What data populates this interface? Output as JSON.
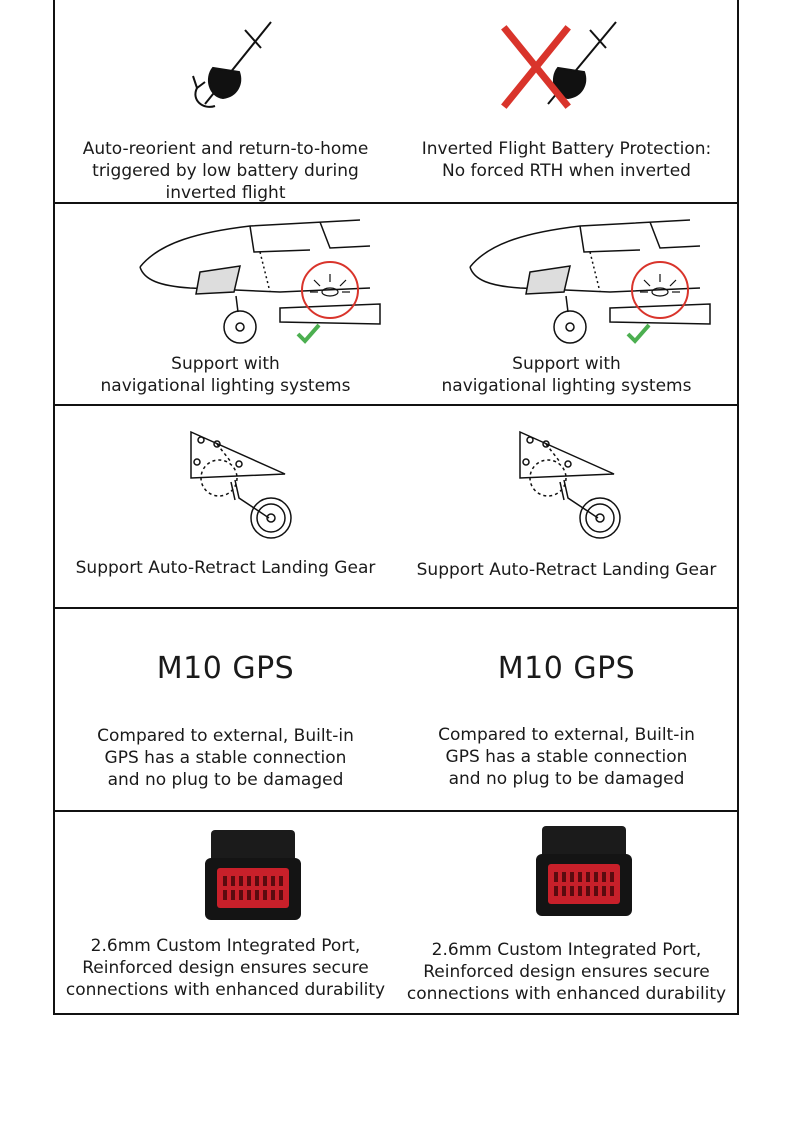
{
  "colors": {
    "border": "#111111",
    "accent_red": "#d9342b",
    "check_green": "#4caf50",
    "port_red": "#c8202a"
  },
  "rows": [
    {
      "left": {
        "caption": "Auto-reorient and return-to-home\ntriggered by low battery during\ninverted flight",
        "icon": "inverted-helicopter-icon"
      },
      "right": {
        "caption": "Inverted Flight Battery Protection:\nNo forced RTH when inverted",
        "icon": "inverted-helicopter-crossed-icon"
      }
    },
    {
      "left": {
        "caption": "Support with\nnavigational lighting systems",
        "icon": "nav-light-helicopter-icon"
      },
      "right": {
        "caption": "Support with\nnavigational lighting systems",
        "icon": "nav-light-helicopter-icon"
      }
    },
    {
      "left": {
        "caption": "Support Auto-Retract Landing Gear",
        "icon": "landing-gear-icon"
      },
      "right": {
        "caption": "Support Auto-Retract Landing Gear",
        "icon": "landing-gear-icon"
      }
    },
    {
      "left": {
        "title": "M10 GPS",
        "caption": "Compared to external, Built-in\nGPS has a stable connection\nand no plug to be damaged"
      },
      "right": {
        "title": "M10 GPS",
        "caption": "Compared to external, Built-in\nGPS has a stable connection\nand no plug to be damaged"
      }
    },
    {
      "left": {
        "caption": "2.6mm Custom Integrated Port,\nReinforced design ensures secure\nconnections with enhanced durability",
        "icon": "integrated-port-icon"
      },
      "right": {
        "caption": "2.6mm Custom Integrated Port,\nReinforced design ensures secure\nconnections with enhanced durability",
        "icon": "integrated-port-icon"
      }
    }
  ]
}
